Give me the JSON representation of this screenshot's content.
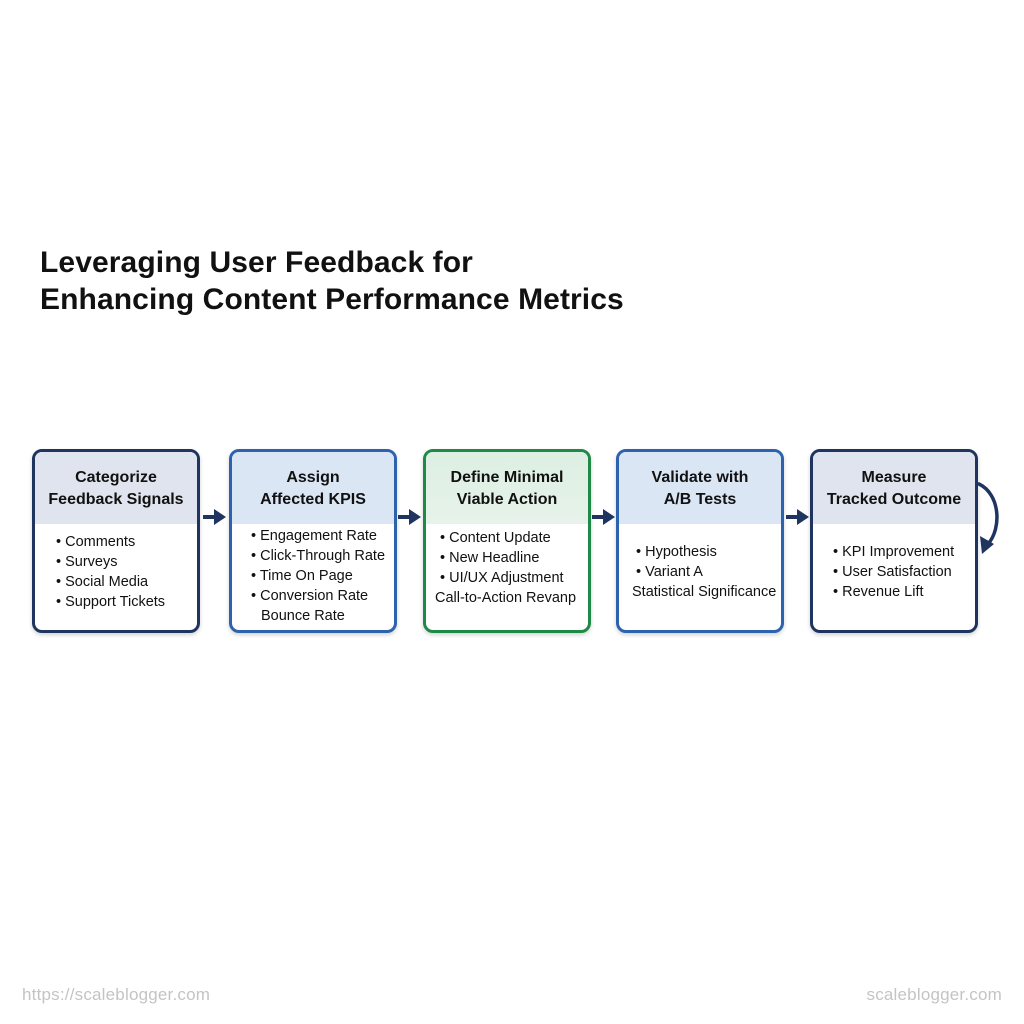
{
  "title": {
    "line1": "Leveraging User Feedback for",
    "line2": "Enhancing Content Performance Metrics"
  },
  "steps": [
    {
      "title_lines": [
        "Categorize",
        "Feedback Signals"
      ],
      "items": [
        "Comments",
        "Surveys",
        "Social Media",
        "Support Tickets"
      ]
    },
    {
      "title_lines": [
        "Assign",
        "Affected KPIS"
      ],
      "items": [
        "Engagement Rate",
        "Click-Through Rate",
        "Time On Page",
        "Conversion Rate",
        "Bounce Rate"
      ]
    },
    {
      "title_lines": [
        "Define Minimal",
        "Viable Action"
      ],
      "items": [
        "Content Update",
        "New Headline",
        "UI/UX Adjustment",
        "Call-to-Action Revanp"
      ]
    },
    {
      "title_lines": [
        "Validate with",
        "A/B Tests"
      ],
      "items": [
        "Hypothesis",
        "Variant A",
        "Statistical Significance"
      ]
    },
    {
      "title_lines": [
        "Measure",
        "Tracked Outcome"
      ],
      "items": [
        "KPI Improvement",
        "User Satisfaction",
        "Revenue Lift"
      ]
    }
  ],
  "colors": {
    "navy": "#1f3560",
    "blue": "#2d62ad",
    "green": "#1f8a48",
    "arrow": "#1f3560"
  },
  "footer": {
    "left": "https://scaleblogger.com",
    "right": "scaleblogger.com"
  }
}
